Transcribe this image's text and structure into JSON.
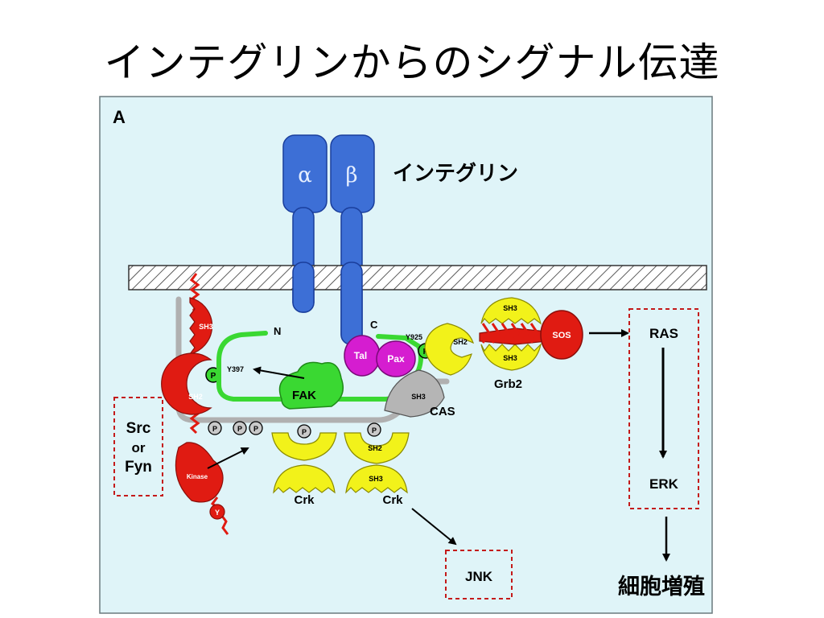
{
  "slide": {
    "title": "インテグリンからのシグナル伝達"
  },
  "diagram": {
    "panel_label": "A",
    "integrin_label": "インテグリン",
    "alpha": "α",
    "beta": "β",
    "proliferation_label": "細胞増殖",
    "labels": {
      "n_term": "N",
      "c_term": "C",
      "fak": "FAK",
      "y397": "Y397",
      "y925": "Y925",
      "tal": "Tal",
      "pax": "Pax",
      "sh3": "SH3",
      "sh2": "SH2",
      "kinase": "Kinase",
      "p": "P",
      "y": "Y",
      "cas": "CAS",
      "grb2": "Grb2",
      "sos": "SOS",
      "crk": "Crk",
      "src_or_fyn": [
        "Src",
        "or",
        "Fyn"
      ],
      "ras": "RAS",
      "erk": "ERK",
      "jnk": "JNK"
    },
    "colors": {
      "panel_bg": "#dff4f8",
      "integrin_blue": "#3d6fd6",
      "src_red": "#e01b12",
      "fak_green": "#3ad832",
      "adaptor_yellow": "#f2f21a",
      "talin_magenta": "#d51dd0",
      "cas_gray": "#b5b5b5",
      "box_dash_red": "#c41a1a"
    }
  }
}
